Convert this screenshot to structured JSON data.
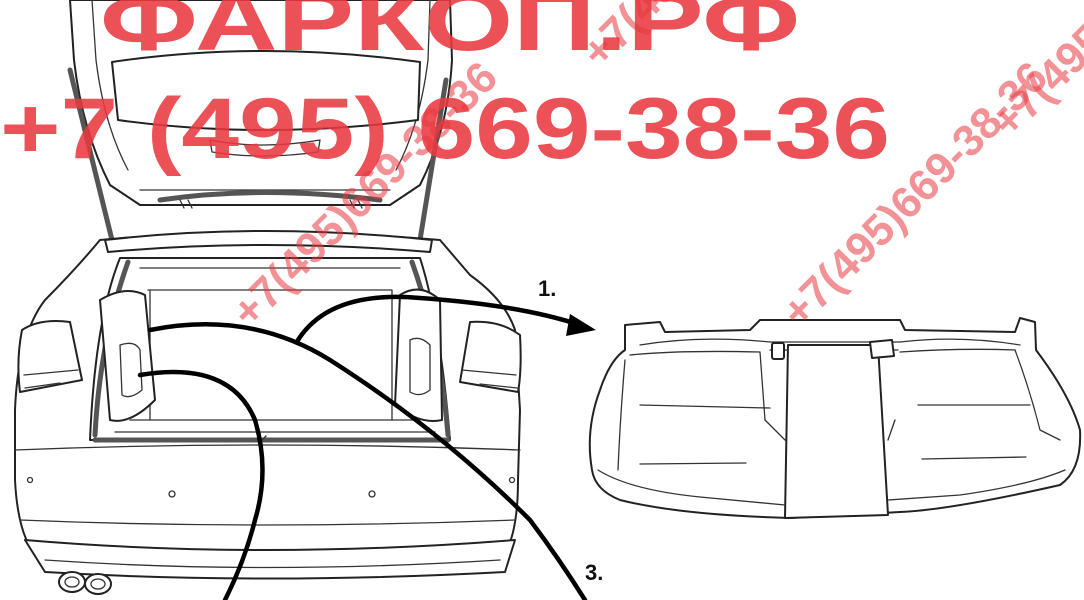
{
  "watermark": {
    "brand": "ФАРКОП.РФ",
    "phone": "+7 (495) 669-38-36",
    "diagonal_phone": "+7(495)669-38-36",
    "color": "#e8393f"
  },
  "diagram": {
    "step_labels": [
      "1.",
      "3."
    ],
    "ink_color": "#222222"
  }
}
